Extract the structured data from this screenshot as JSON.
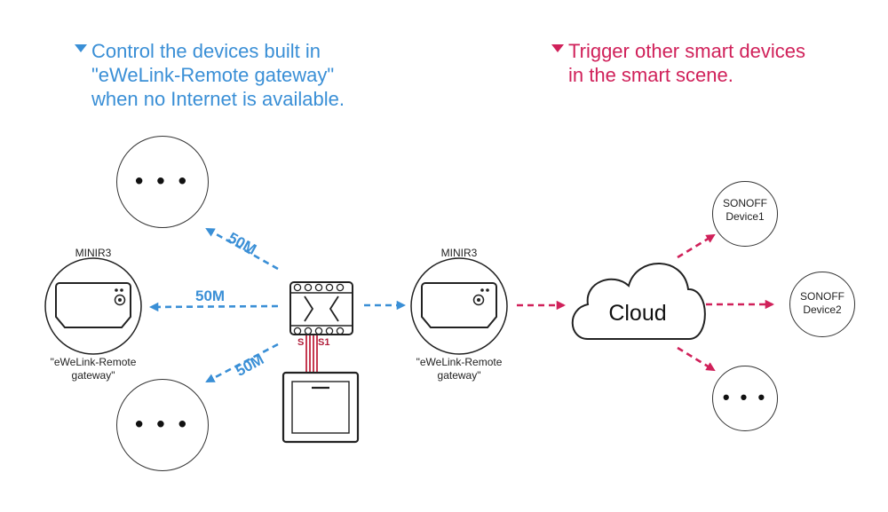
{
  "captions": {
    "left": [
      "Control the devices built in",
      "\"eWeLink-Remote gateway\"",
      "when no Internet is available."
    ],
    "right": [
      "Trigger other smart devices",
      "in the smart scene."
    ]
  },
  "gateway_left": {
    "title": "MINIR3",
    "subtitle": [
      "\"eWeLink-Remote",
      "gateway\""
    ]
  },
  "gateway_center": {
    "title": "MINIR3",
    "subtitle": [
      "\"eWeLink-Remote",
      "gateway\""
    ]
  },
  "distances": {
    "upper": "50M",
    "middle": "50M",
    "lower": "50M"
  },
  "switch_terminals": {
    "s": "S",
    "s1": "S1"
  },
  "cloud": {
    "label": "Cloud"
  },
  "devices": {
    "device1": [
      "SONOFF",
      "Device1"
    ],
    "device2": [
      "SONOFF",
      "Device2"
    ]
  },
  "more_devices": {
    "symbol": "• • •"
  },
  "colors": {
    "local": "#3a8fd6",
    "cloud": "#d0215a",
    "wire": "#c0253e",
    "outline": "#333333"
  }
}
